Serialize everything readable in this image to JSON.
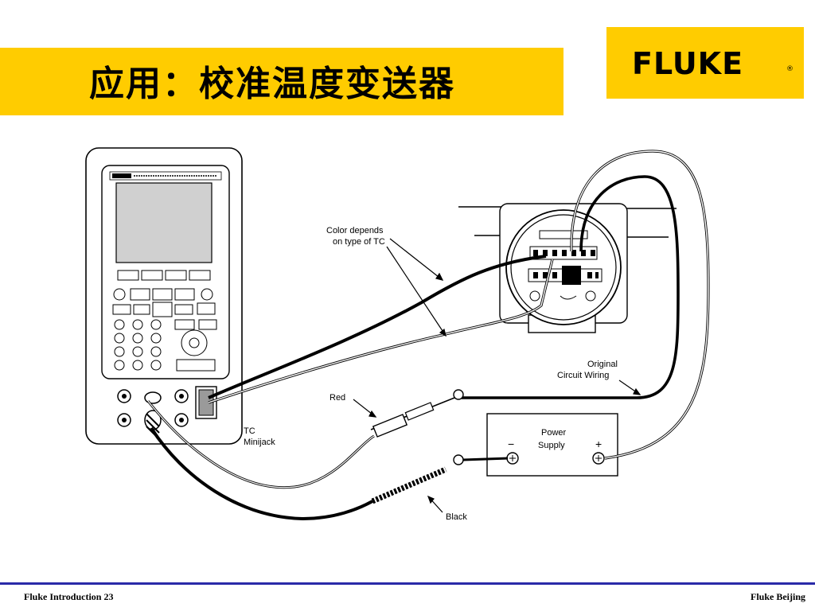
{
  "slide": {
    "title": "应用：校准温度变送器"
  },
  "logo": {
    "text": "FLUKE",
    "mark": "®"
  },
  "diagram": {
    "labels": {
      "color_depends_line1": "Color depends",
      "color_depends_line2": "on type of TC",
      "original_line1": "Original",
      "original_line2": "Circuit Wiring",
      "red": "Red",
      "tc_line1": "TC",
      "tc_line2": "Minijack",
      "power_line1": "Power",
      "power_line2": "Supply",
      "minus": "−",
      "plus": "+",
      "black": "Black"
    }
  },
  "footer": {
    "left": "Fluke Introduction 23",
    "right": "Fluke Beijing"
  },
  "colors": {
    "title_band": "#ffcc00",
    "footer_rule": "#2a2aa8"
  }
}
